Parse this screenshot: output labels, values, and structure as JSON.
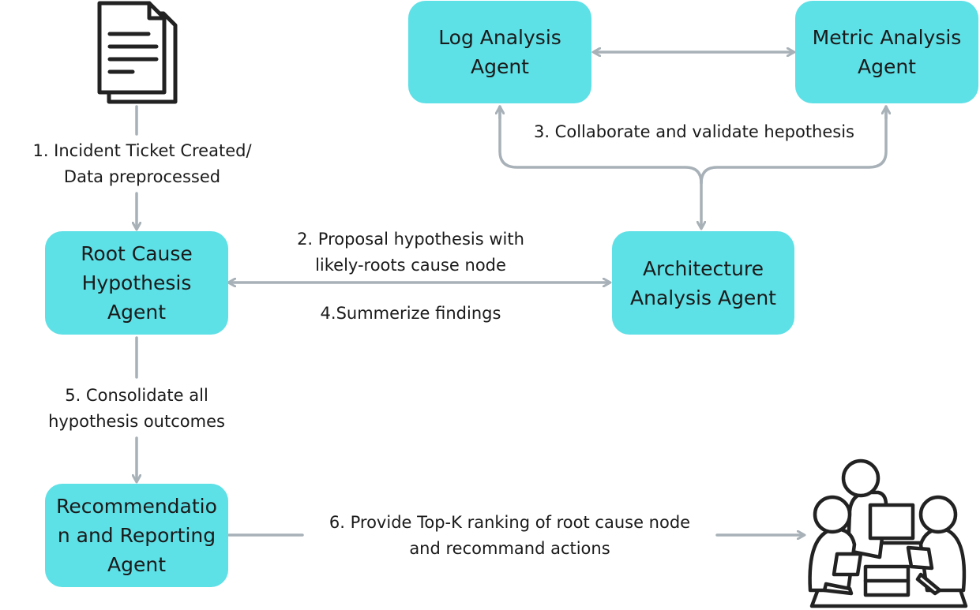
{
  "nodes": {
    "log_agent": "Log Analysis\nAgent",
    "metric_agent": "Metric Analysis\nAgent",
    "root_cause_agent": "Root Cause\nHypothesis\nAgent",
    "architecture_agent": "Architecture\nAnalysis Agent",
    "reporting_agent": "Recommendatio\nn and Reporting\nAgent"
  },
  "edges": {
    "step1": "1. Incident Ticket Created/\nData preprocessed",
    "step2": "2. Proposal hypothesis with\nlikely-roots cause node",
    "step3": "3. Collaborate and validate hepothesis",
    "step4": "4.Summerize findings",
    "step5": "5. Consolidate all\nhypothesis outcomes",
    "step6": "6. Provide Top-K ranking of root cause node\nand recommand actions"
  },
  "icons": {
    "ticket": "document-icon",
    "team": "team-meeting-icon"
  },
  "colors": {
    "node_fill": "#5de0e6",
    "connector": "#a7b1b7",
    "icon_stroke": "#222222"
  }
}
